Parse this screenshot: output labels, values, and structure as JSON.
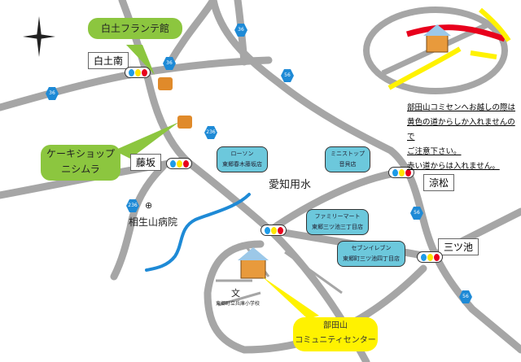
{
  "places": {
    "shirotsuchi_minami": "白土南",
    "fujisaka": "藤坂",
    "suzumatsu": "涼松",
    "mitsuike": "三ツ池",
    "aichi_yosui": "愛知用水",
    "aioiyama_hospital": "相生山病院",
    "school": "東郷町立兵庫小学校"
  },
  "callouts": {
    "furante_label": "白土フランテ館",
    "cake_shop_line1": "ケーキショップ",
    "cake_shop_line2": "ニシムラ",
    "center_line1": "部田山",
    "center_line2": "コミュニティセンター"
  },
  "stores": [
    {
      "name": "ローソン",
      "branch": "東郷春木藤坂店"
    },
    {
      "name": "ミニストップ",
      "branch": "音貝店"
    },
    {
      "name": "ファミリーマート",
      "branch": "東郷三ツ池三丁目店"
    },
    {
      "name": "セブンイレブン",
      "branch": "東郷町三ツ池四丁目店"
    }
  ],
  "routes": {
    "r36": "36",
    "r56": "56",
    "r236": "236"
  },
  "note": [
    "部田山コミセンへお越しの際は",
    "黄色の道からしか入れませんので",
    "ご注意下さい。",
    "赤い道からは入れません。"
  ],
  "colors": {
    "road": "#a6a6a6",
    "river": "#1e8ad6",
    "route": "#1e8ad6",
    "store": "#6cc8dc",
    "green": "#8cc63f",
    "yellow": "#fff200",
    "red": "#e8001c"
  }
}
